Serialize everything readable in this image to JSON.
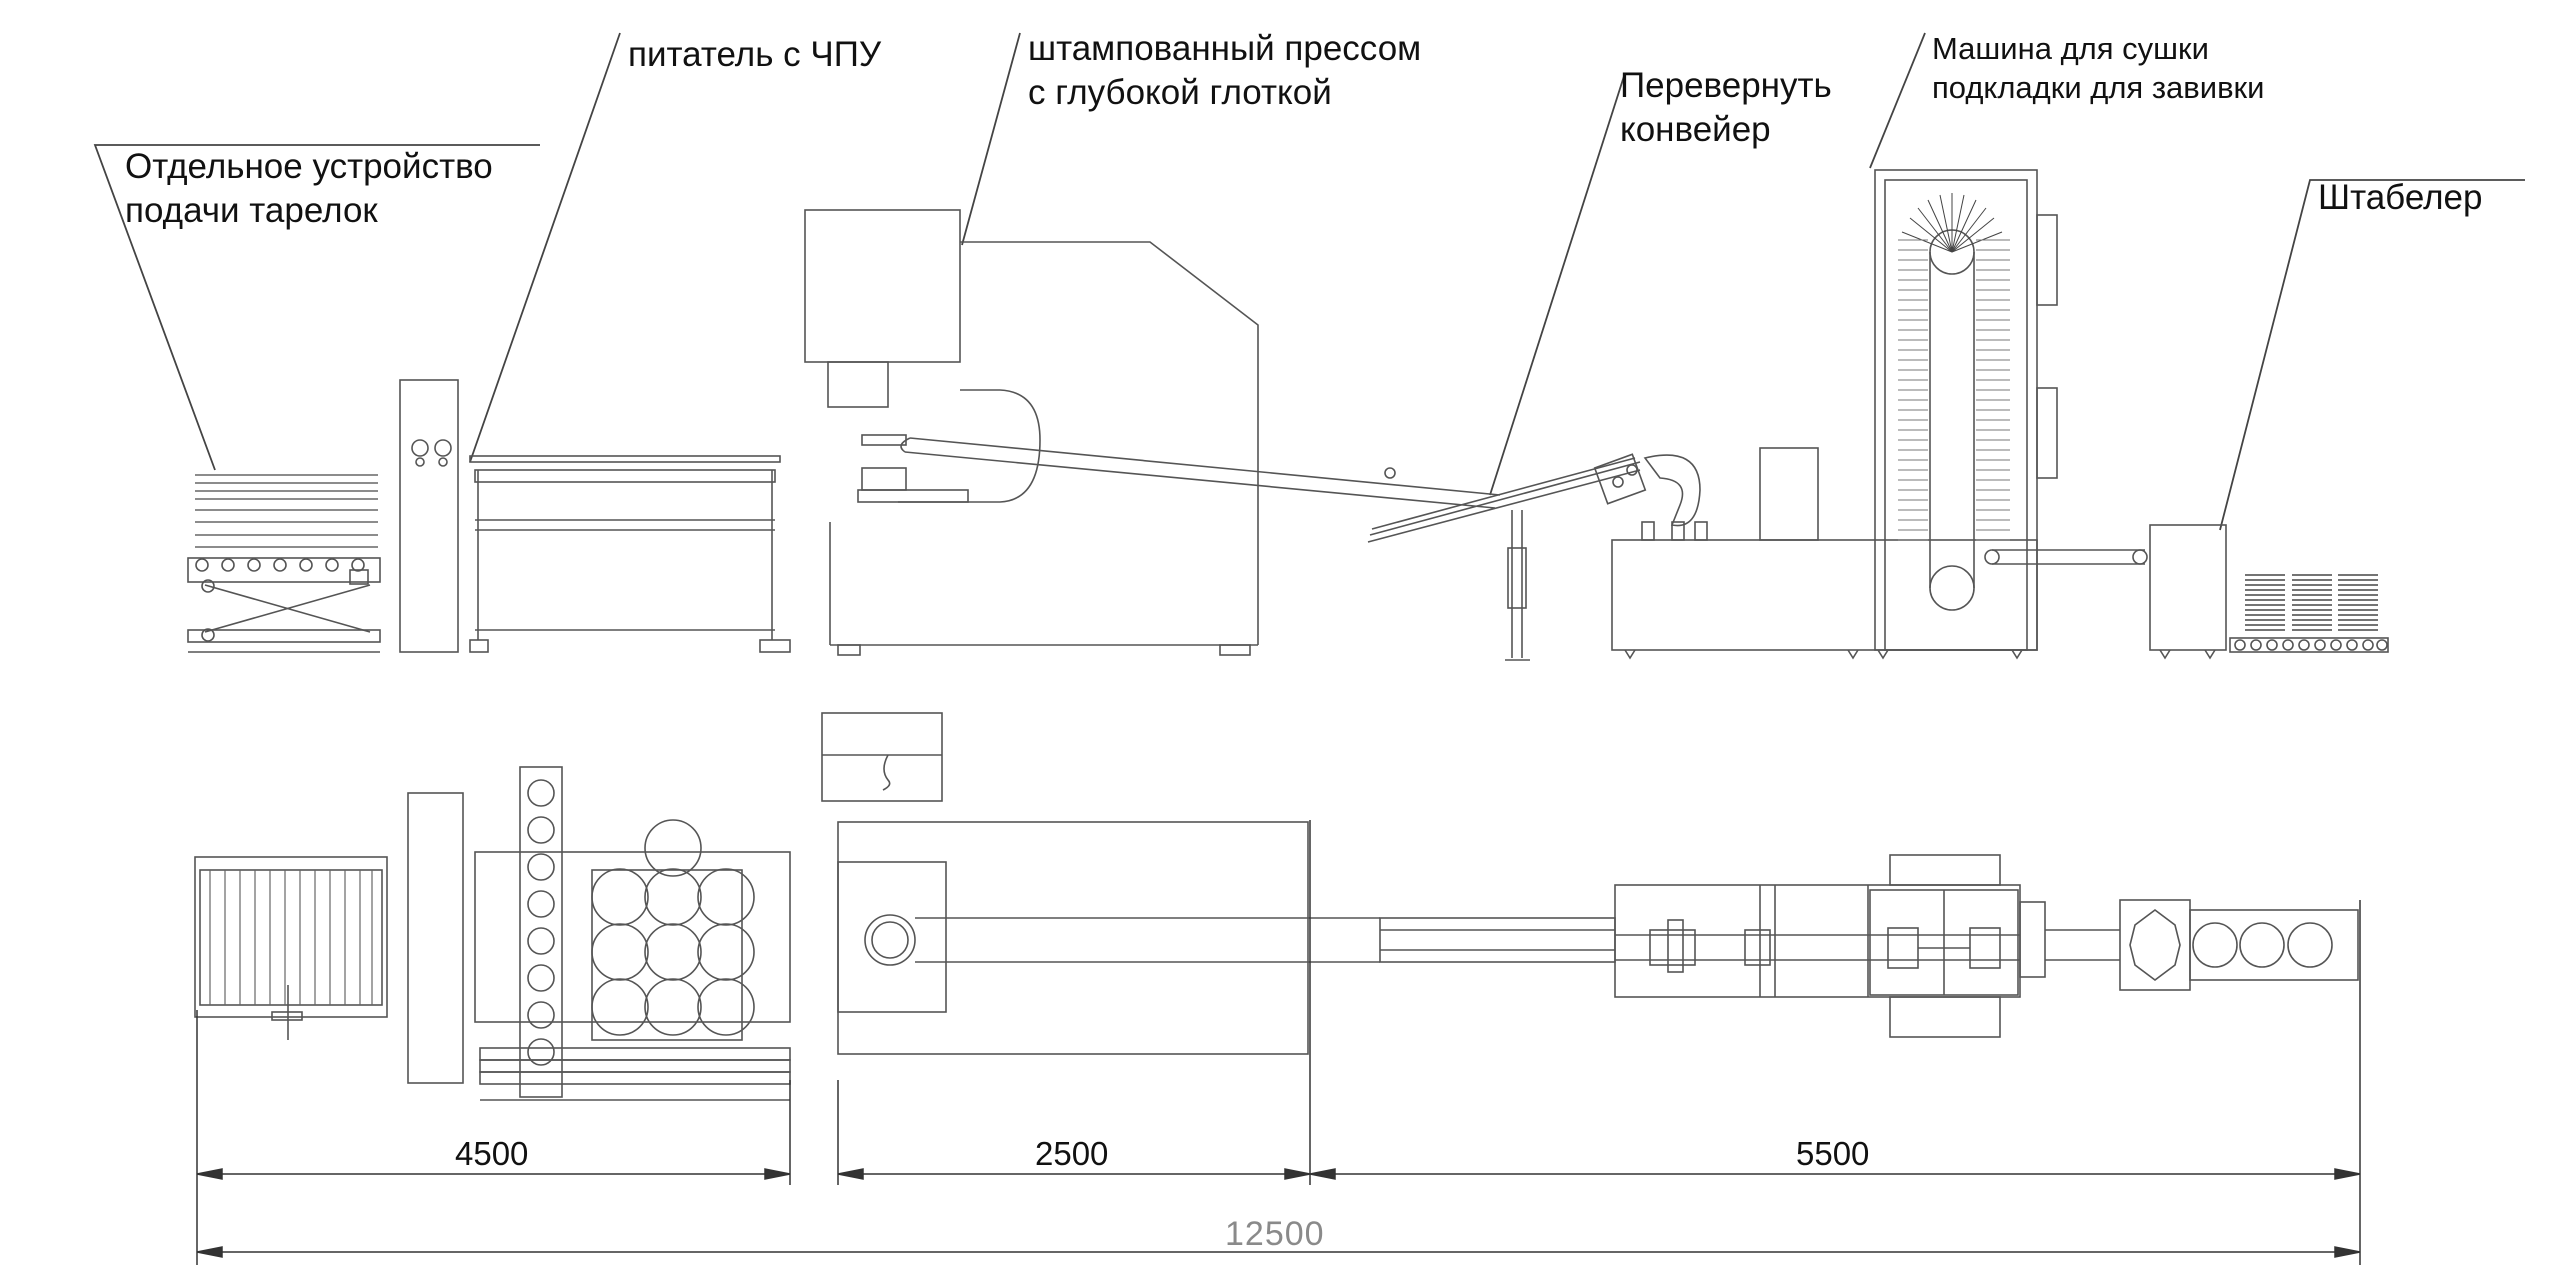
{
  "labels": {
    "plate_feeder": [
      "Отдельное устройство",
      "подачи тарелок"
    ],
    "cnc_feeder": [
      "питатель с ЧПУ"
    ],
    "press": [
      "штампованный прессом",
      "с глубокой глоткой"
    ],
    "flip_conveyor": [
      "Перевернуть",
      "конвейер"
    ],
    "dryer": [
      "Машина для сушки",
      "подкладки для завивки"
    ],
    "stacker": [
      "Штабелер"
    ]
  },
  "dimensions": {
    "seg1": "4500",
    "seg2": "2500",
    "seg3": "5500",
    "total": "12500"
  }
}
